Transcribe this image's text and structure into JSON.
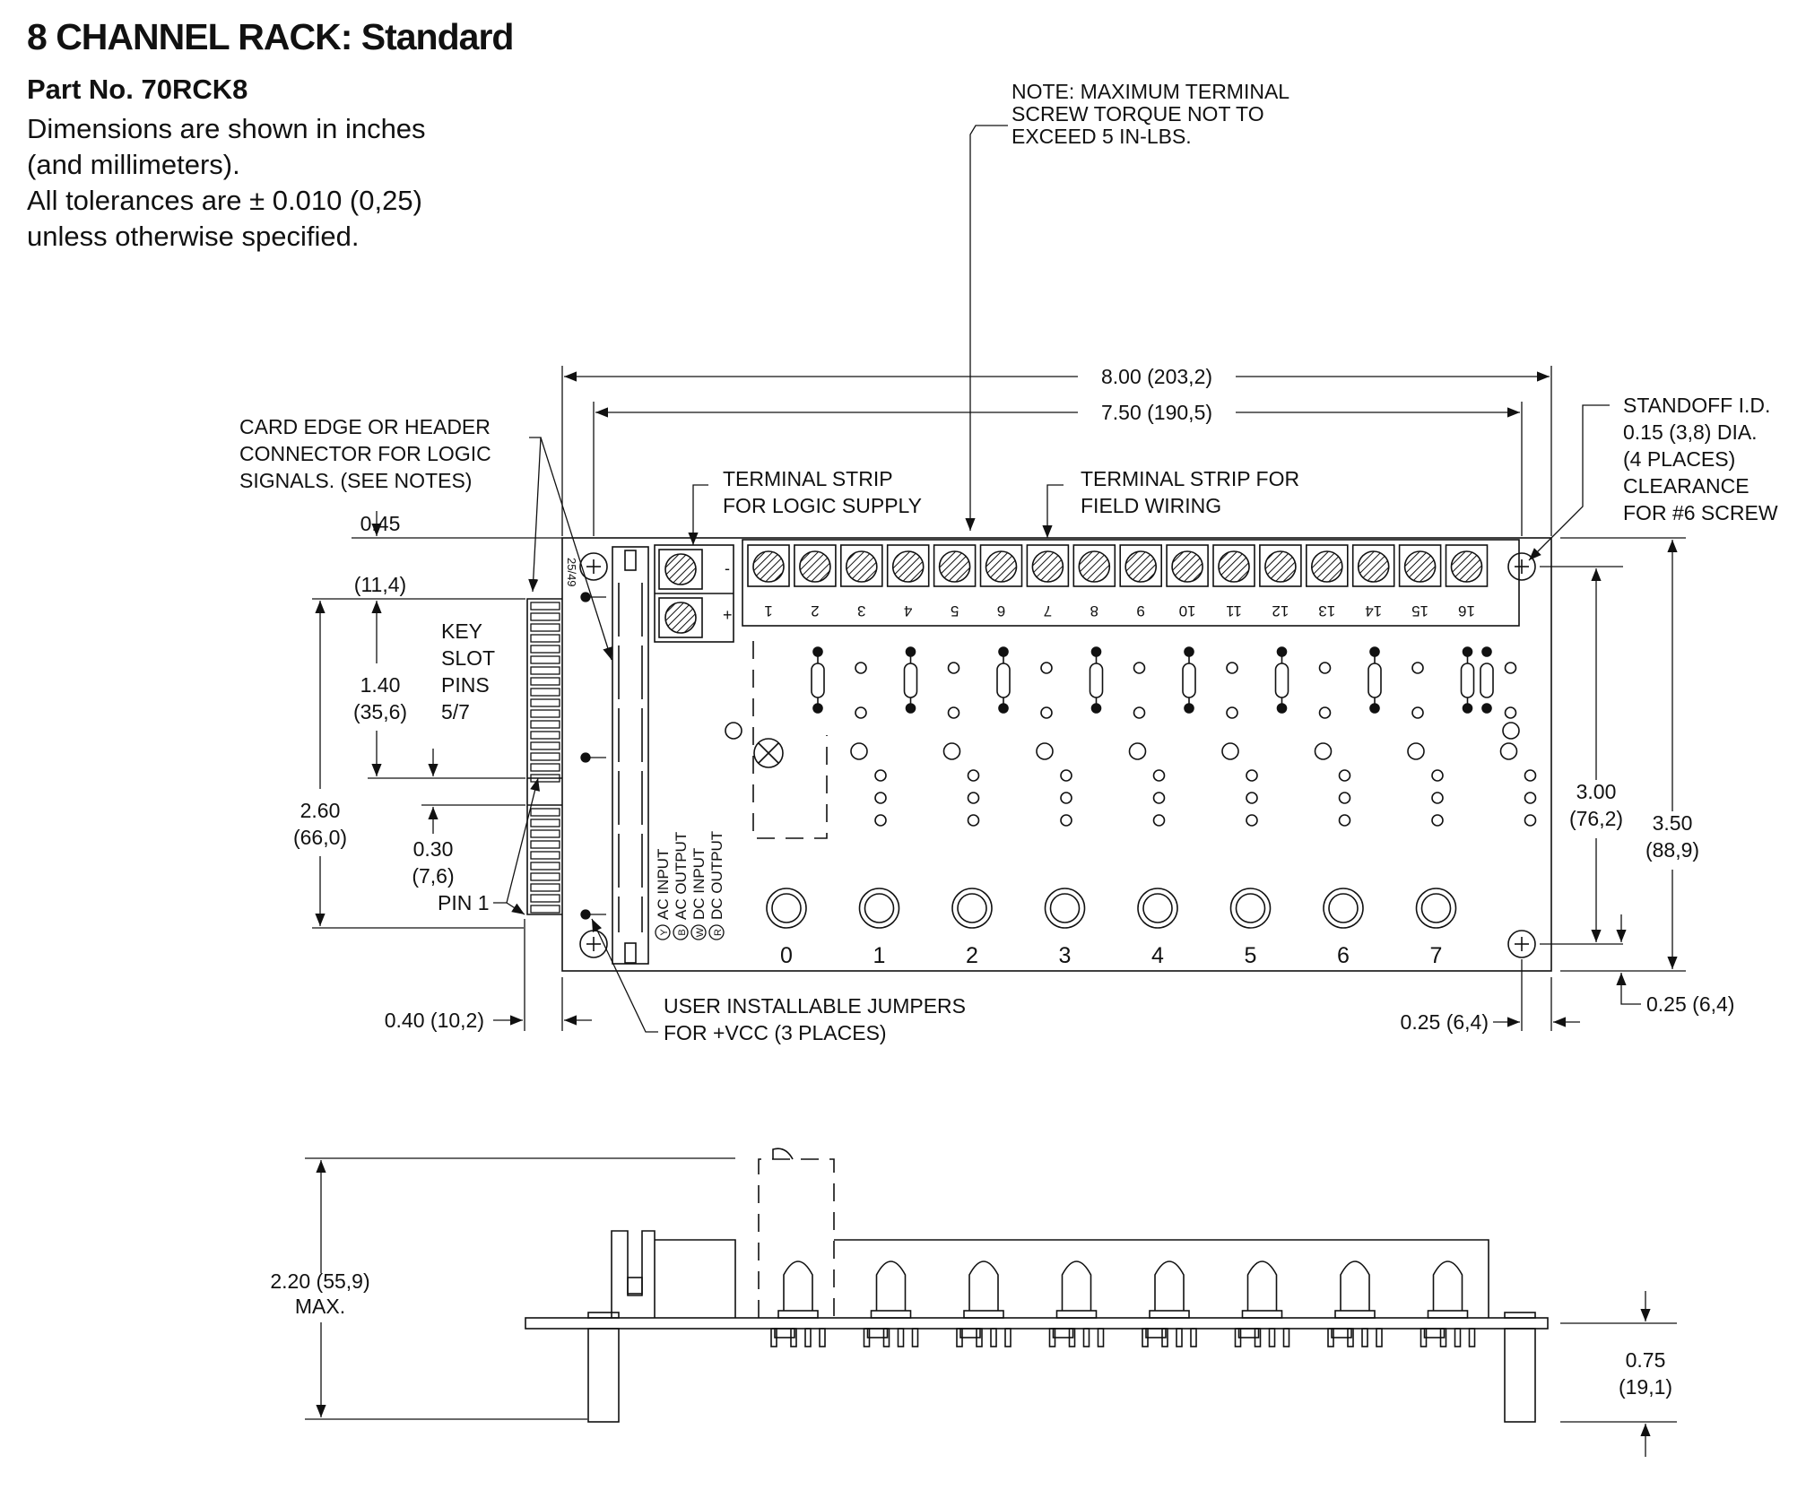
{
  "title": "8 CHANNEL RACK: Standard",
  "part_no": "Part  No.  70RCK8",
  "spec_lines": [
    "Dimensions are shown in inches",
    "(and  millimeters).",
    "All tolerances are ± 0.010 (0,25)",
    "unless  otherwise  specified."
  ],
  "note": [
    "NOTE: MAXIMUM TERMINAL",
    "SCREW TORQUE NOT TO",
    "EXCEED 5 IN-LBS."
  ],
  "callouts": {
    "card_edge": [
      "CARD EDGE OR HEADER",
      "CONNECTOR FOR LOGIC",
      "SIGNALS. (SEE NOTES)"
    ],
    "logic_supply": [
      "TERMINAL STRIP",
      "FOR LOGIC SUPPLY"
    ],
    "field_wiring": [
      "TERMINAL STRIP FOR",
      "FIELD WIRING"
    ],
    "standoff": [
      "STANDOFF I.D.",
      "0.15 (3,8) DIA.",
      "(4 PLACES)",
      "CLEARANCE",
      "FOR #6 SCREW"
    ],
    "key_slot": [
      "KEY",
      "SLOT",
      "PINS",
      "5/7"
    ],
    "pin1": "PIN 1",
    "jumpers": [
      "USER INSTALLABLE JUMPERS",
      "FOR +VCC (3 PLACES)"
    ]
  },
  "dimensions": {
    "width_total": "8.00 (203,2)",
    "width_holes": "7.50 (190,5)",
    "top_offset": [
      "0.45",
      "(11,4)"
    ],
    "key_offset": [
      "1.40",
      "(35,6)"
    ],
    "connector_len": [
      "2.60",
      "(66,0)"
    ],
    "key_width": [
      "0.30",
      "(7,6)"
    ],
    "left_overhang": "0.40 (10,2)",
    "right_hole_offset": "0.25 (6,4)",
    "bottom_hole_offset": "0.25 (6,4)",
    "hole_spacing_v": [
      "3.00",
      "(76,2)"
    ],
    "height_total": [
      "3.50",
      "(88,9)"
    ],
    "height_max": [
      "2.20 (55,9)",
      "MAX."
    ],
    "board_drop": [
      "0.75",
      "(19,1)"
    ]
  },
  "board": {
    "connector_label": "25/49",
    "supply_polarity": [
      "-",
      "+"
    ],
    "terminals": [
      "1",
      "2",
      "3",
      "4",
      "5",
      "6",
      "7",
      "8",
      "9",
      "10",
      "11",
      "12",
      "13",
      "14",
      "15",
      "16"
    ],
    "channels": [
      "0",
      "1",
      "2",
      "3",
      "4",
      "5",
      "6",
      "7"
    ],
    "module_types": [
      {
        "code": "Y",
        "label": "AC INPUT"
      },
      {
        "code": "B",
        "label": "AC OUTPUT"
      },
      {
        "code": "W",
        "label": "DC INPUT"
      },
      {
        "code": "R",
        "label": "DC OUTPUT"
      }
    ]
  }
}
